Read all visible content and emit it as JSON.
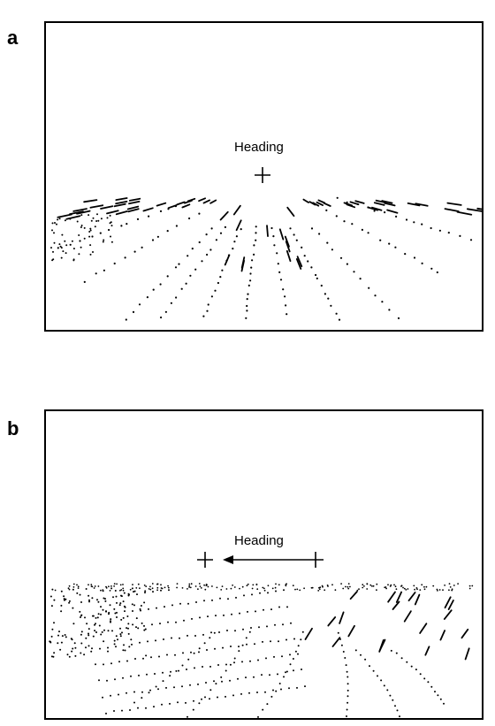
{
  "panels": [
    {
      "letter": "a",
      "heading_label": "Heading"
    },
    {
      "letter": "b",
      "heading_label": "Heading"
    }
  ],
  "colors": {
    "ink": "#000000",
    "background": "#ffffff"
  }
}
